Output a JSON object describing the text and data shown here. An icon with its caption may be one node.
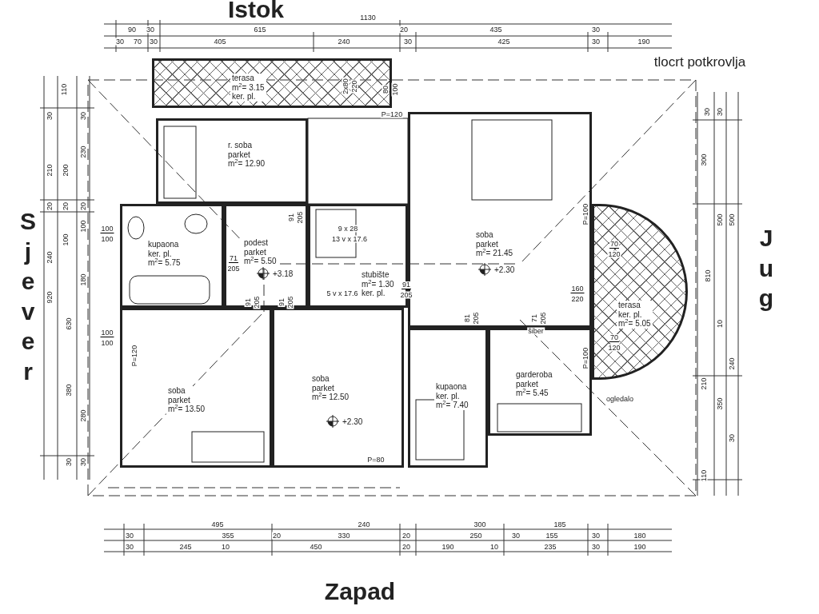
{
  "diagram": {
    "nodes": [
      {
        "text": [
          "terasa",
          "m$^{2}$= 3.15",
          "ker. pl."
        ]
      },
      {
        "text": [
          "r. soba",
          "parket",
          "m$^{2}$= 12.90"
        ]
      },
      {
        "text": [
          "kupaona",
          "ker. pl.",
          "m$^{2}$= 5.75"
        ]
      },
      {
        "text": [
          "podest",
          "parket",
          "m$^{2}$= 5.50",
          "+3.18"
        ]
      },
      {
        "text": [
          "stubište",
          "m$^{2}$= 1.30",
          "ker. pl."
        ]
      },
      {
        "text": [
          "soba",
          "parket",
          "m$^{2}$= 13.50"
        ]
      },
      {
        "text": [
          "soba",
          "parket",
          "m$^{2}$= 12.50",
          "+2.30"
        ]
      },
      {
        "text": [
          "soba",
          "parket",
          "m$^{2}$= 21.45",
          "+2.30"
        ]
      },
      {
        "text": [
          "terasa",
          "ker. pl.",
          "m$^{2}$= 5.05"
        ]
      },
      {
        "text": [
          "kupaona",
          "ker. pl.",
          "m$^{2}$= 7.40"
        ]
      },
      {
        "text": [
          "garderoba",
          "parket",
          "m$^{2}$= 5.45"
        ]
      }
    ],
    "labels": [
      "Istok",
      "tlocrt potkrovlja",
      "1130",
      "90",
      "30",
      "615",
      "20",
      "435",
      "30",
      "30",
      "70",
      "30",
      "405",
      "240",
      "30",
      "425",
      "30",
      "190",
      "Sjever",
      "Jug",
      "30",
      "210",
      "20",
      "240",
      "920",
      "110",
      "200",
      "20",
      "100",
      "630",
      "380",
      "30",
      "30",
      "230",
      "20",
      "100",
      "180",
      "280",
      "30",
      "30",
      "30",
      "300",
      "500",
      "500",
      "810",
      "10",
      "240",
      "210",
      "350",
      "30",
      "110",
      "Zapad",
      "495",
      "240",
      "300",
      "185",
      "30",
      "355",
      "20",
      "330",
      "20",
      "250",
      "30",
      "155",
      "30",
      "180",
      "30",
      "245",
      "10",
      "450",
      "20",
      "190",
      "10",
      "235",
      "30",
      "190",
      "2x80",
      "220",
      "80",
      "100",
      "P=120",
      "P=120",
      "100",
      "100",
      "100",
      "100",
      "91",
      "205",
      "71",
      "205",
      "9 x 28",
      "13 v x 17.6",
      "5 v x 17.6",
      "91",
      "205",
      "91",
      "205",
      "91",
      "205",
      "81",
      "205",
      "71",
      "205",
      "šiber",
      "P=100",
      "P=100",
      "70",
      "120",
      "160",
      "220",
      "70",
      "120",
      "ogledalo",
      "P=80"
    ]
  }
}
